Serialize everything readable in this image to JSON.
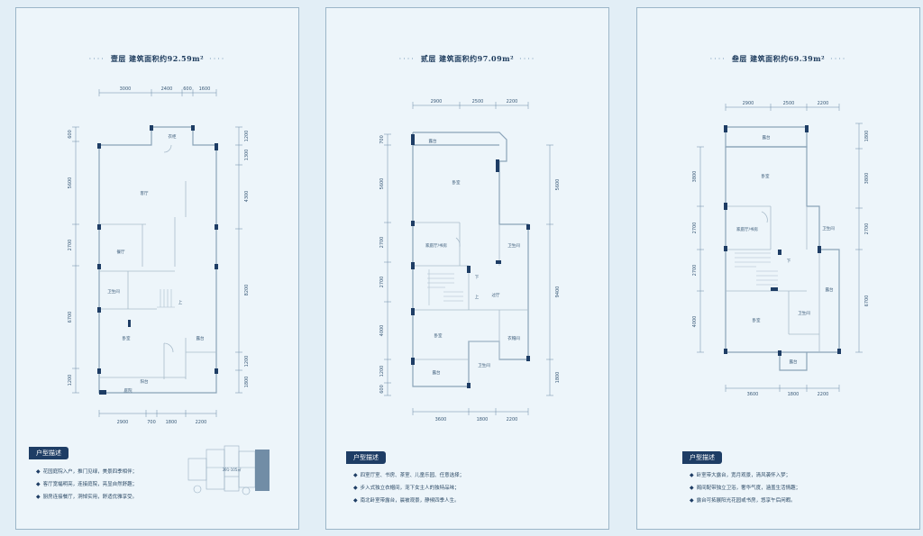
{
  "floors": [
    {
      "title_level": "壹层",
      "title_area": "建筑面积约92.59m²",
      "badge": "户型描述",
      "top_dims": [
        "3000",
        "2400",
        "600",
        "1600"
      ],
      "bottom_dims": [
        "2900",
        "700",
        "1800",
        "2200"
      ],
      "left_dims": [
        "600",
        "5600",
        "2700",
        "6700",
        "1200"
      ],
      "right_dims": [
        "1200",
        "1300",
        "4300",
        "8200",
        "1200",
        "1800"
      ],
      "rooms": {
        "storage": "衣柜",
        "living": "客厅",
        "dining": "餐厅",
        "bath": "卫生间",
        "bedroom": "卧室",
        "terrace": "露台",
        "garden": "阳台",
        "entry": "庭院",
        "up": "上"
      },
      "features": [
        "花园庭院入户，推门见绿，美景四季相伴；",
        "客厅宽幅明亮，连接庭院，亮显自然舒趣；",
        "厨房连接餐厅，洞悼实用，舒适优雅享受。"
      ],
      "keyplan_labels": [
        "391-105㎡"
      ]
    },
    {
      "title_level": "贰层",
      "title_area": "建筑面积约97.09m²",
      "badge": "户型描述",
      "top_dims": [
        "2900",
        "2500",
        "2200"
      ],
      "bottom_dims": [
        "3600",
        "1800",
        "2200"
      ],
      "left_dims": [
        "700",
        "5600",
        "2700",
        "2700",
        "4000",
        "1200",
        "600"
      ],
      "right_dims": [
        "5600",
        "9400",
        "1800"
      ],
      "rooms": {
        "terrace_top": "露台",
        "master": "卧室",
        "study": "家庭厅/书房",
        "bath": "卫生间",
        "hall": "过厅",
        "bedroom": "卧室",
        "wardrobe": "衣帽间",
        "bath2": "卫生间",
        "terrace_bot": "露台",
        "up": "上",
        "down": "下"
      },
      "features": [
        "四室厅室、书房、茶室、儿童乐园、任意选择；",
        "步入式独立衣帽间，宠下女主人的独特品味；",
        "南北卧室带露台，晨被观景，静候四季人生。"
      ]
    },
    {
      "title_level": "叁层",
      "title_area": "建筑面积约69.39m²",
      "badge": "户型描述",
      "top_dims": [
        "2900",
        "2500",
        "2200"
      ],
      "bottom_dims": [
        "3600",
        "1800",
        "2200"
      ],
      "left_dims": [
        "3800",
        "2700",
        "2700",
        "4000"
      ],
      "right_dims": [
        "1800",
        "3800",
        "2700",
        "6700"
      ],
      "rooms": {
        "terrace_top": "露台",
        "master": "卧室",
        "study": "家庭厅/书房",
        "bath": "卫生间",
        "terrace_right": "露台",
        "bedroom": "卧室",
        "bath2": "卫生间",
        "bath_small": "露台",
        "down": "下"
      },
      "features": [
        "卧室带大露台，宽月观景，清风袭怀入梦；",
        "阁间配带独立卫浴，奢华气度，涵盖生活情趣；",
        "露台可拓展阳光花园或书房，悠享午后闲暇。"
      ]
    }
  ],
  "colors": {
    "background": "#e2eef6",
    "panel": "#edf5fa",
    "wall": "#1e3d65",
    "badge": "#1e3d65",
    "title": "#1c3a5c"
  }
}
